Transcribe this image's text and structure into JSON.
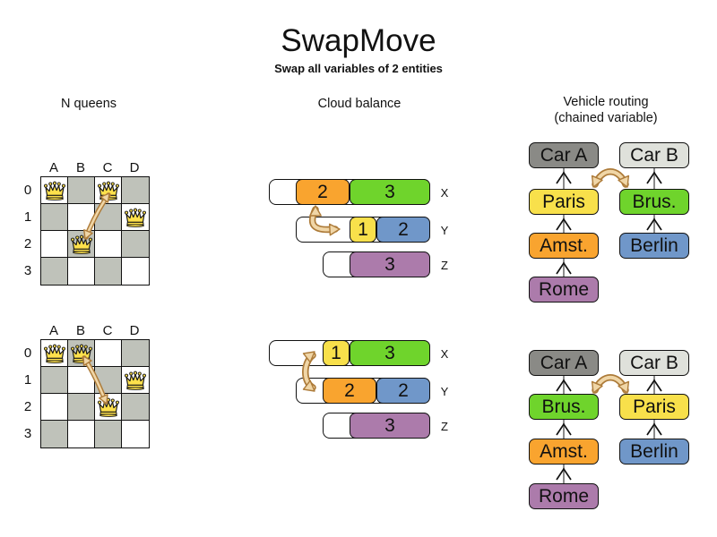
{
  "title": "SwapMove",
  "subtitle": "Swap all variables of 2 entities",
  "sections": {
    "nqueens": {
      "header": "N queens"
    },
    "cloud": {
      "header": "Cloud balance"
    },
    "vehicle": {
      "header_line1": "Vehicle routing",
      "header_line2": "(chained variable)"
    }
  },
  "colors": {
    "orange": "#F9A42F",
    "green": "#6FD42C",
    "yellow": "#F8E04B",
    "blue": "#7097C9",
    "purple": "#AC7BAB",
    "car_a_gray": "#8A8A86",
    "car_b_gray": "#DFE1DB",
    "board_gray": "#BFC2BA",
    "queen_gold": "#FFE14C",
    "swap_arrow_fill": "#F0D6A7",
    "swap_arrow_outline": "#AD7B39"
  },
  "nqueens": {
    "col_headers": [
      "A",
      "B",
      "C",
      "D"
    ],
    "row_headers": [
      "0",
      "1",
      "2",
      "3"
    ],
    "boards": [
      {
        "name": "before",
        "queens": [
          {
            "col": 0,
            "row": 0
          },
          {
            "col": 2,
            "row": 0
          },
          {
            "col": 3,
            "row": 1
          },
          {
            "col": 1,
            "row": 2
          }
        ],
        "swap": {
          "from": "C0",
          "to": "B2"
        }
      },
      {
        "name": "after",
        "queens": [
          {
            "col": 0,
            "row": 0
          },
          {
            "col": 1,
            "row": 0
          },
          {
            "col": 3,
            "row": 1
          },
          {
            "col": 2,
            "row": 2
          }
        ],
        "swap": {
          "from": "B0",
          "to": "C2"
        }
      }
    ]
  },
  "cloud": {
    "before": [
      {
        "label": "X",
        "capacity": 6,
        "segments": [
          {
            "value": "2",
            "color": "orange"
          },
          {
            "value": "3",
            "color": "green"
          }
        ]
      },
      {
        "label": "Y",
        "capacity": 5,
        "segments": [
          {
            "value": "1",
            "color": "yellow"
          },
          {
            "value": "2",
            "color": "blue"
          }
        ]
      },
      {
        "label": "Z",
        "capacity": 4,
        "segments": [
          {
            "value": "3",
            "color": "purple"
          }
        ]
      }
    ],
    "after": [
      {
        "label": "X",
        "capacity": 6,
        "segments": [
          {
            "value": "1",
            "color": "yellow"
          },
          {
            "value": "3",
            "color": "green"
          }
        ]
      },
      {
        "label": "Y",
        "capacity": 5,
        "segments": [
          {
            "value": "2",
            "color": "orange"
          },
          {
            "value": "2",
            "color": "blue"
          }
        ]
      },
      {
        "label": "Z",
        "capacity": 4,
        "segments": [
          {
            "value": "3",
            "color": "purple"
          }
        ]
      }
    ]
  },
  "vehicle": {
    "before": [
      {
        "nodes": [
          {
            "label": "Car A",
            "color": "car_a_gray"
          },
          {
            "label": "Paris",
            "color": "yellow"
          },
          {
            "label": "Amst.",
            "color": "orange"
          },
          {
            "label": "Rome",
            "color": "purple"
          }
        ]
      },
      {
        "nodes": [
          {
            "label": "Car B",
            "color": "car_b_gray"
          },
          {
            "label": "Brus.",
            "color": "green"
          },
          {
            "label": "Berlin",
            "color": "blue"
          }
        ]
      }
    ],
    "after": [
      {
        "nodes": [
          {
            "label": "Car A",
            "color": "car_a_gray"
          },
          {
            "label": "Brus.",
            "color": "green"
          },
          {
            "label": "Amst.",
            "color": "orange"
          },
          {
            "label": "Rome",
            "color": "purple"
          }
        ]
      },
      {
        "nodes": [
          {
            "label": "Car B",
            "color": "car_b_gray"
          },
          {
            "label": "Paris",
            "color": "yellow"
          },
          {
            "label": "Berlin",
            "color": "blue"
          }
        ]
      }
    ]
  }
}
